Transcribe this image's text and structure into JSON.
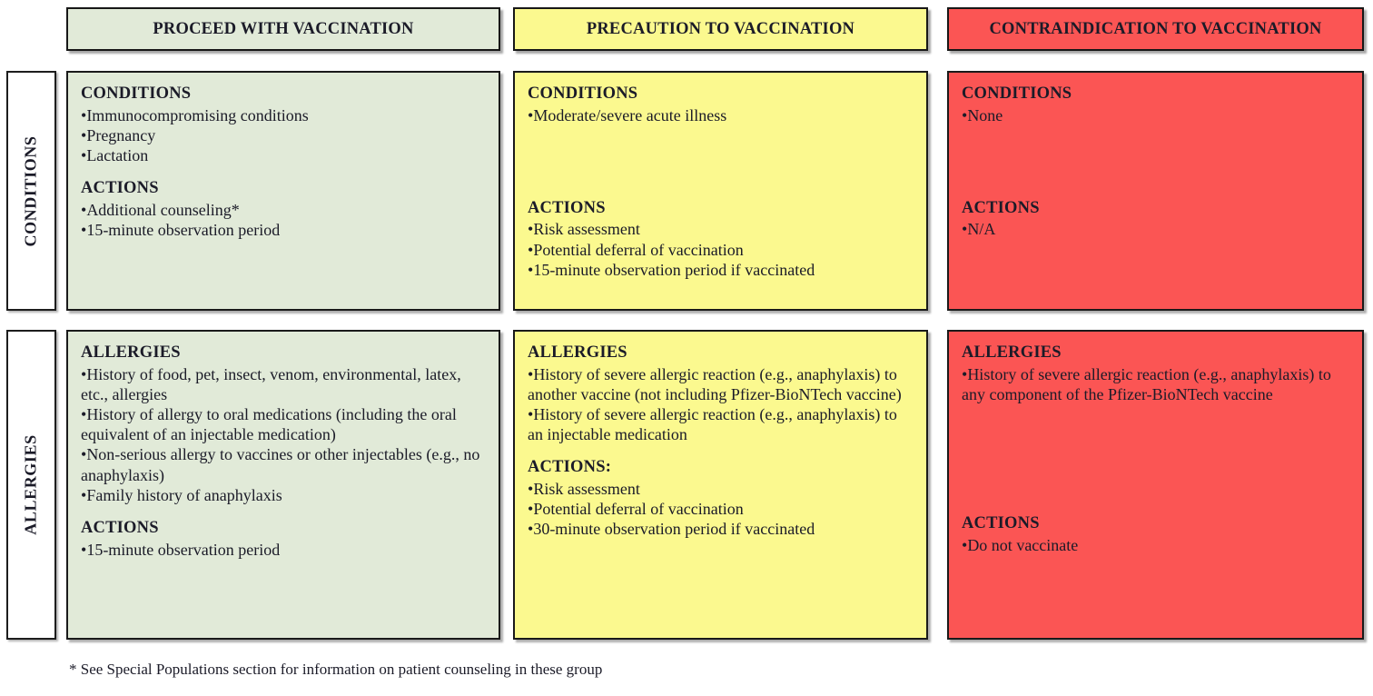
{
  "colors": {
    "proceed_bg": "#e1ead8",
    "precaution_bg": "#fbf98f",
    "contraindication_bg": "#fb5554",
    "border": "#1a1a1a",
    "text": "#1b1b28"
  },
  "headers": {
    "proceed": "PROCEED WITH VACCINATION",
    "precaution": "PRECAUTION TO VACCINATION",
    "contraindication": "CONTRAINDICATION TO VACCINATION"
  },
  "row_labels": {
    "conditions": "CONDITIONS",
    "allergies": "ALLERGIES"
  },
  "cells": {
    "conditions_proceed": {
      "group_title": "CONDITIONS",
      "group_items": [
        "Immunocompromising conditions",
        "Pregnancy",
        "Lactation"
      ],
      "actions_title": "ACTIONS",
      "actions_items": [
        "Additional counseling*",
        "15-minute observation period"
      ]
    },
    "conditions_precaution": {
      "group_title": "CONDITIONS",
      "group_items": [
        "Moderate/severe acute illness"
      ],
      "actions_title": "ACTIONS",
      "actions_items": [
        "Risk assessment",
        "Potential deferral of vaccination",
        "15-minute observation period if vaccinated"
      ]
    },
    "conditions_contraindication": {
      "group_title": "CONDITIONS",
      "group_items": [
        "None"
      ],
      "actions_title": "ACTIONS",
      "actions_items": [
        "N/A"
      ]
    },
    "allergies_proceed": {
      "group_title": "ALLERGIES",
      "group_items": [
        "History of food, pet, insect, venom, environmental, latex, etc., allergies",
        "History of allergy to oral medications (including the oral equivalent of an injectable medication)",
        "Non-serious allergy to vaccines or other injectables (e.g., no anaphylaxis)",
        "Family history of anaphylaxis"
      ],
      "actions_title": "ACTIONS",
      "actions_items": [
        "15-minute observation period"
      ]
    },
    "allergies_precaution": {
      "group_title": "ALLERGIES",
      "group_items": [
        "History of severe allergic reaction (e.g., anaphylaxis) to another vaccine (not including Pfizer-BioNTech vaccine)",
        "History of severe allergic reaction (e.g., anaphylaxis) to an injectable medication"
      ],
      "actions_title": "ACTIONS:",
      "actions_items": [
        "Risk assessment",
        "Potential deferral of vaccination",
        "30-minute observation period if vaccinated"
      ]
    },
    "allergies_contraindication": {
      "group_title": "ALLERGIES",
      "group_items": [
        "History of severe allergic reaction (e.g., anaphylaxis) to any component of the Pfizer-BioNTech vaccine"
      ],
      "actions_title": "ACTIONS",
      "actions_items": [
        "Do not vaccinate"
      ]
    }
  },
  "footnote": "* See Special Populations section for information on patient counseling in these group",
  "cell_spacers": {
    "conditions_proceed": 14,
    "conditions_precaution": 80,
    "conditions_contraindication": 80,
    "allergies_proceed": 14,
    "allergies_precaution": 14,
    "allergies_contraindication": 120
  }
}
